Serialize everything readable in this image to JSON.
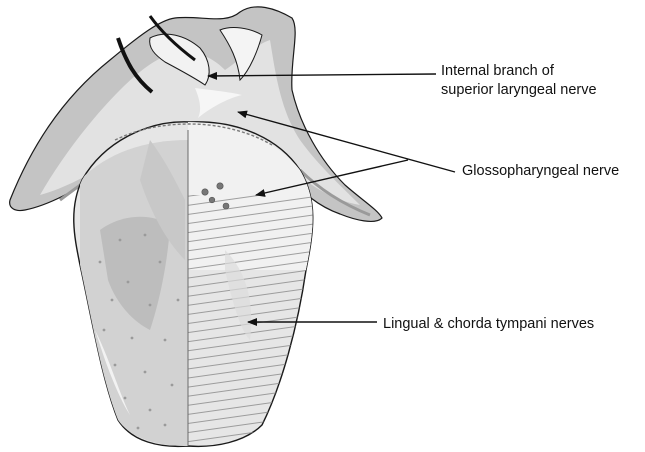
{
  "labels": {
    "internal_branch_line1": "Internal branch of",
    "internal_branch_line2": "superior laryngeal nerve",
    "glossopharyngeal": "Glossopharyngeal nerve",
    "lingual_chorda": "Lingual & chorda tympani nerves"
  },
  "colors": {
    "background": "#ffffff",
    "outline": "#1a1a1a",
    "tissue_light": "#e6e6e6",
    "tissue_mid": "#c4c4c4",
    "tissue_dark": "#9a9a9a",
    "hatch": "#8a8a8a",
    "arrow": "#111111"
  },
  "icons": {
    "arrowhead": "triangle-arrowhead"
  }
}
